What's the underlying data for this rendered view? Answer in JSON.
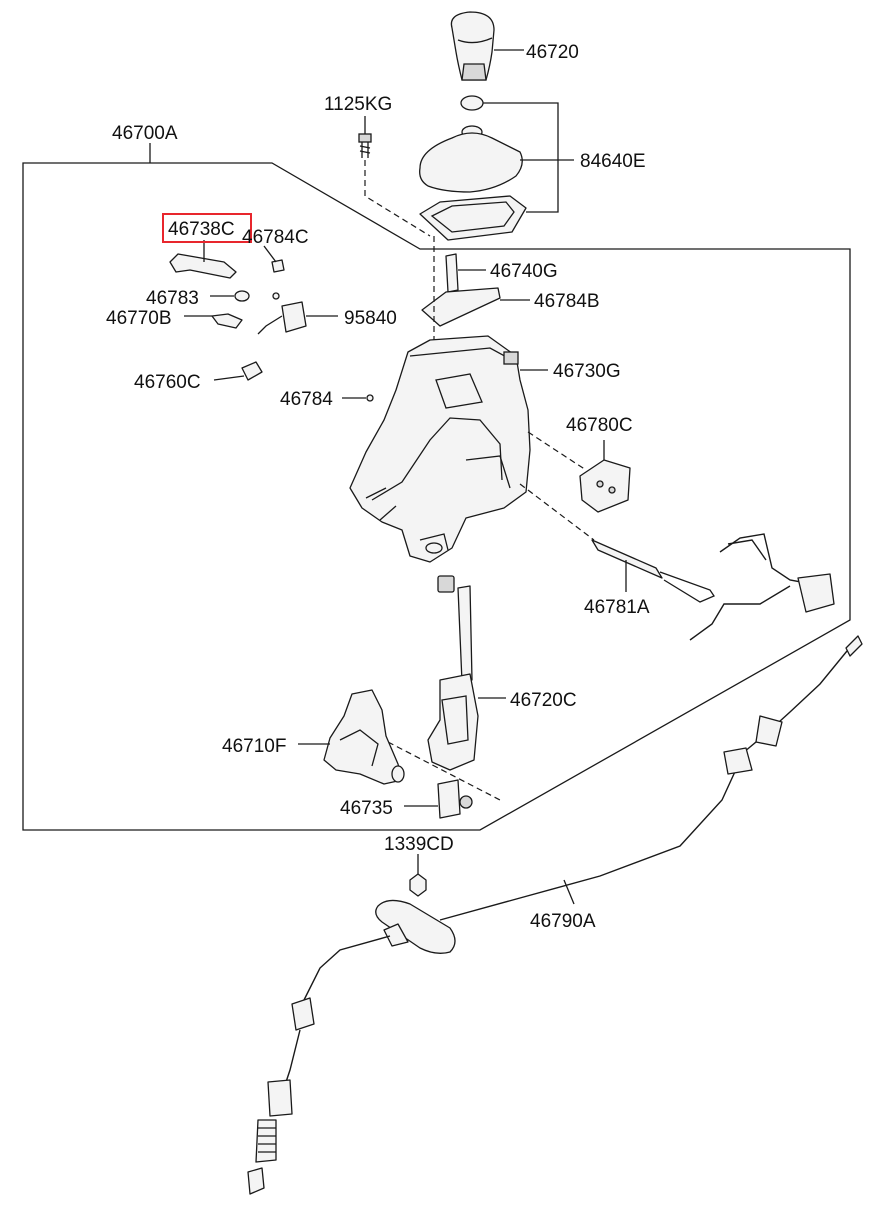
{
  "callouts": {
    "p46720": "46720",
    "p1125KG": "1125KG",
    "p46700A": "46700A",
    "p84640E": "84640E",
    "p46738C": "46738C",
    "p46784C": "46784C",
    "p46740G": "46740G",
    "p46783": "46783",
    "p46784B": "46784B",
    "p46770B": "46770B",
    "p95840": "95840",
    "p46730G": "46730G",
    "p46760C": "46760C",
    "p46784": "46784",
    "p46780C": "46780C",
    "p46781A": "46781A",
    "p46720C": "46720C",
    "p46710F": "46710F",
    "p46735": "46735",
    "p1339CD": "1339CD",
    "p46790A": "46790A"
  },
  "highlight": {
    "part": "46738C",
    "color": "#e8262d"
  }
}
